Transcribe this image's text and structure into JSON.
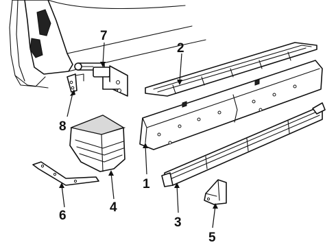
{
  "callouts": {
    "c1": "1",
    "c2": "2",
    "c3": "3",
    "c4": "4",
    "c5": "5",
    "c6": "6",
    "c7": "7",
    "c8": "8"
  },
  "colors": {
    "ink": "#111111",
    "paper": "#ffffff",
    "shade": "#d9d9d9"
  }
}
